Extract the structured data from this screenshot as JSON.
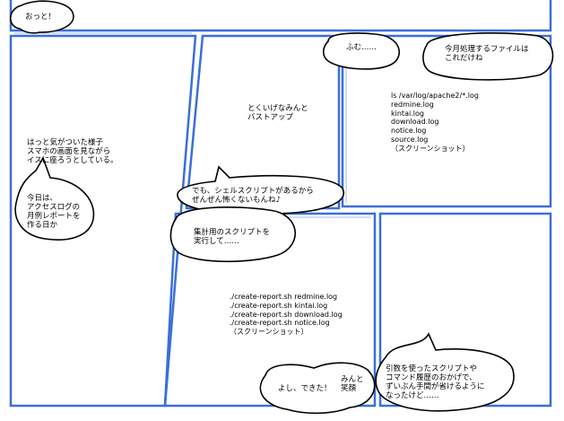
{
  "colors": {
    "panel_border": "#3a6fd8",
    "ink": "#000000",
    "paper": "#ffffff"
  },
  "panel1": {
    "exclaim": "おっと！"
  },
  "panel2": {
    "narration": "はっと気がついた様子\nスマホの画面を見ながら\nイスに座ろうとしている。",
    "speech": "今日は、\nアクセスログの\n月例レポートを\n作る日か"
  },
  "panel3": {
    "narration": "とくいげなみんと\nバストアップ",
    "speech": "でも、シェルスクリプトがあるから\nぜんぜん怖くないもんね♪"
  },
  "panel4": {
    "speech_short": "ふむ……",
    "speech_long": "今月処理するファイルは\nこれだけね",
    "screenshot_script": "ls /var/log/apache2/*.log\nredmine.log\nkintai.log\ndownload.log\nnotice.log\nsource.log\n（スクリーンショット）"
  },
  "panel5": {
    "speech": "集計用のスクリプトを\n実行して……",
    "screenshot_script": "./create-report.sh redmine.log\n./create-report.sh kintai.log\n./create-report.sh download.log\n./create-report.sh notice.log\n（スクリーンショット）",
    "bubble": "よし、できた！",
    "narration": "みんと\n笑顔"
  },
  "panel6": {
    "speech": "引数を使ったスクリプトや\nコマンド履歴のおかげで、\nずいぶん手間が省けるように\nなったけど……"
  }
}
